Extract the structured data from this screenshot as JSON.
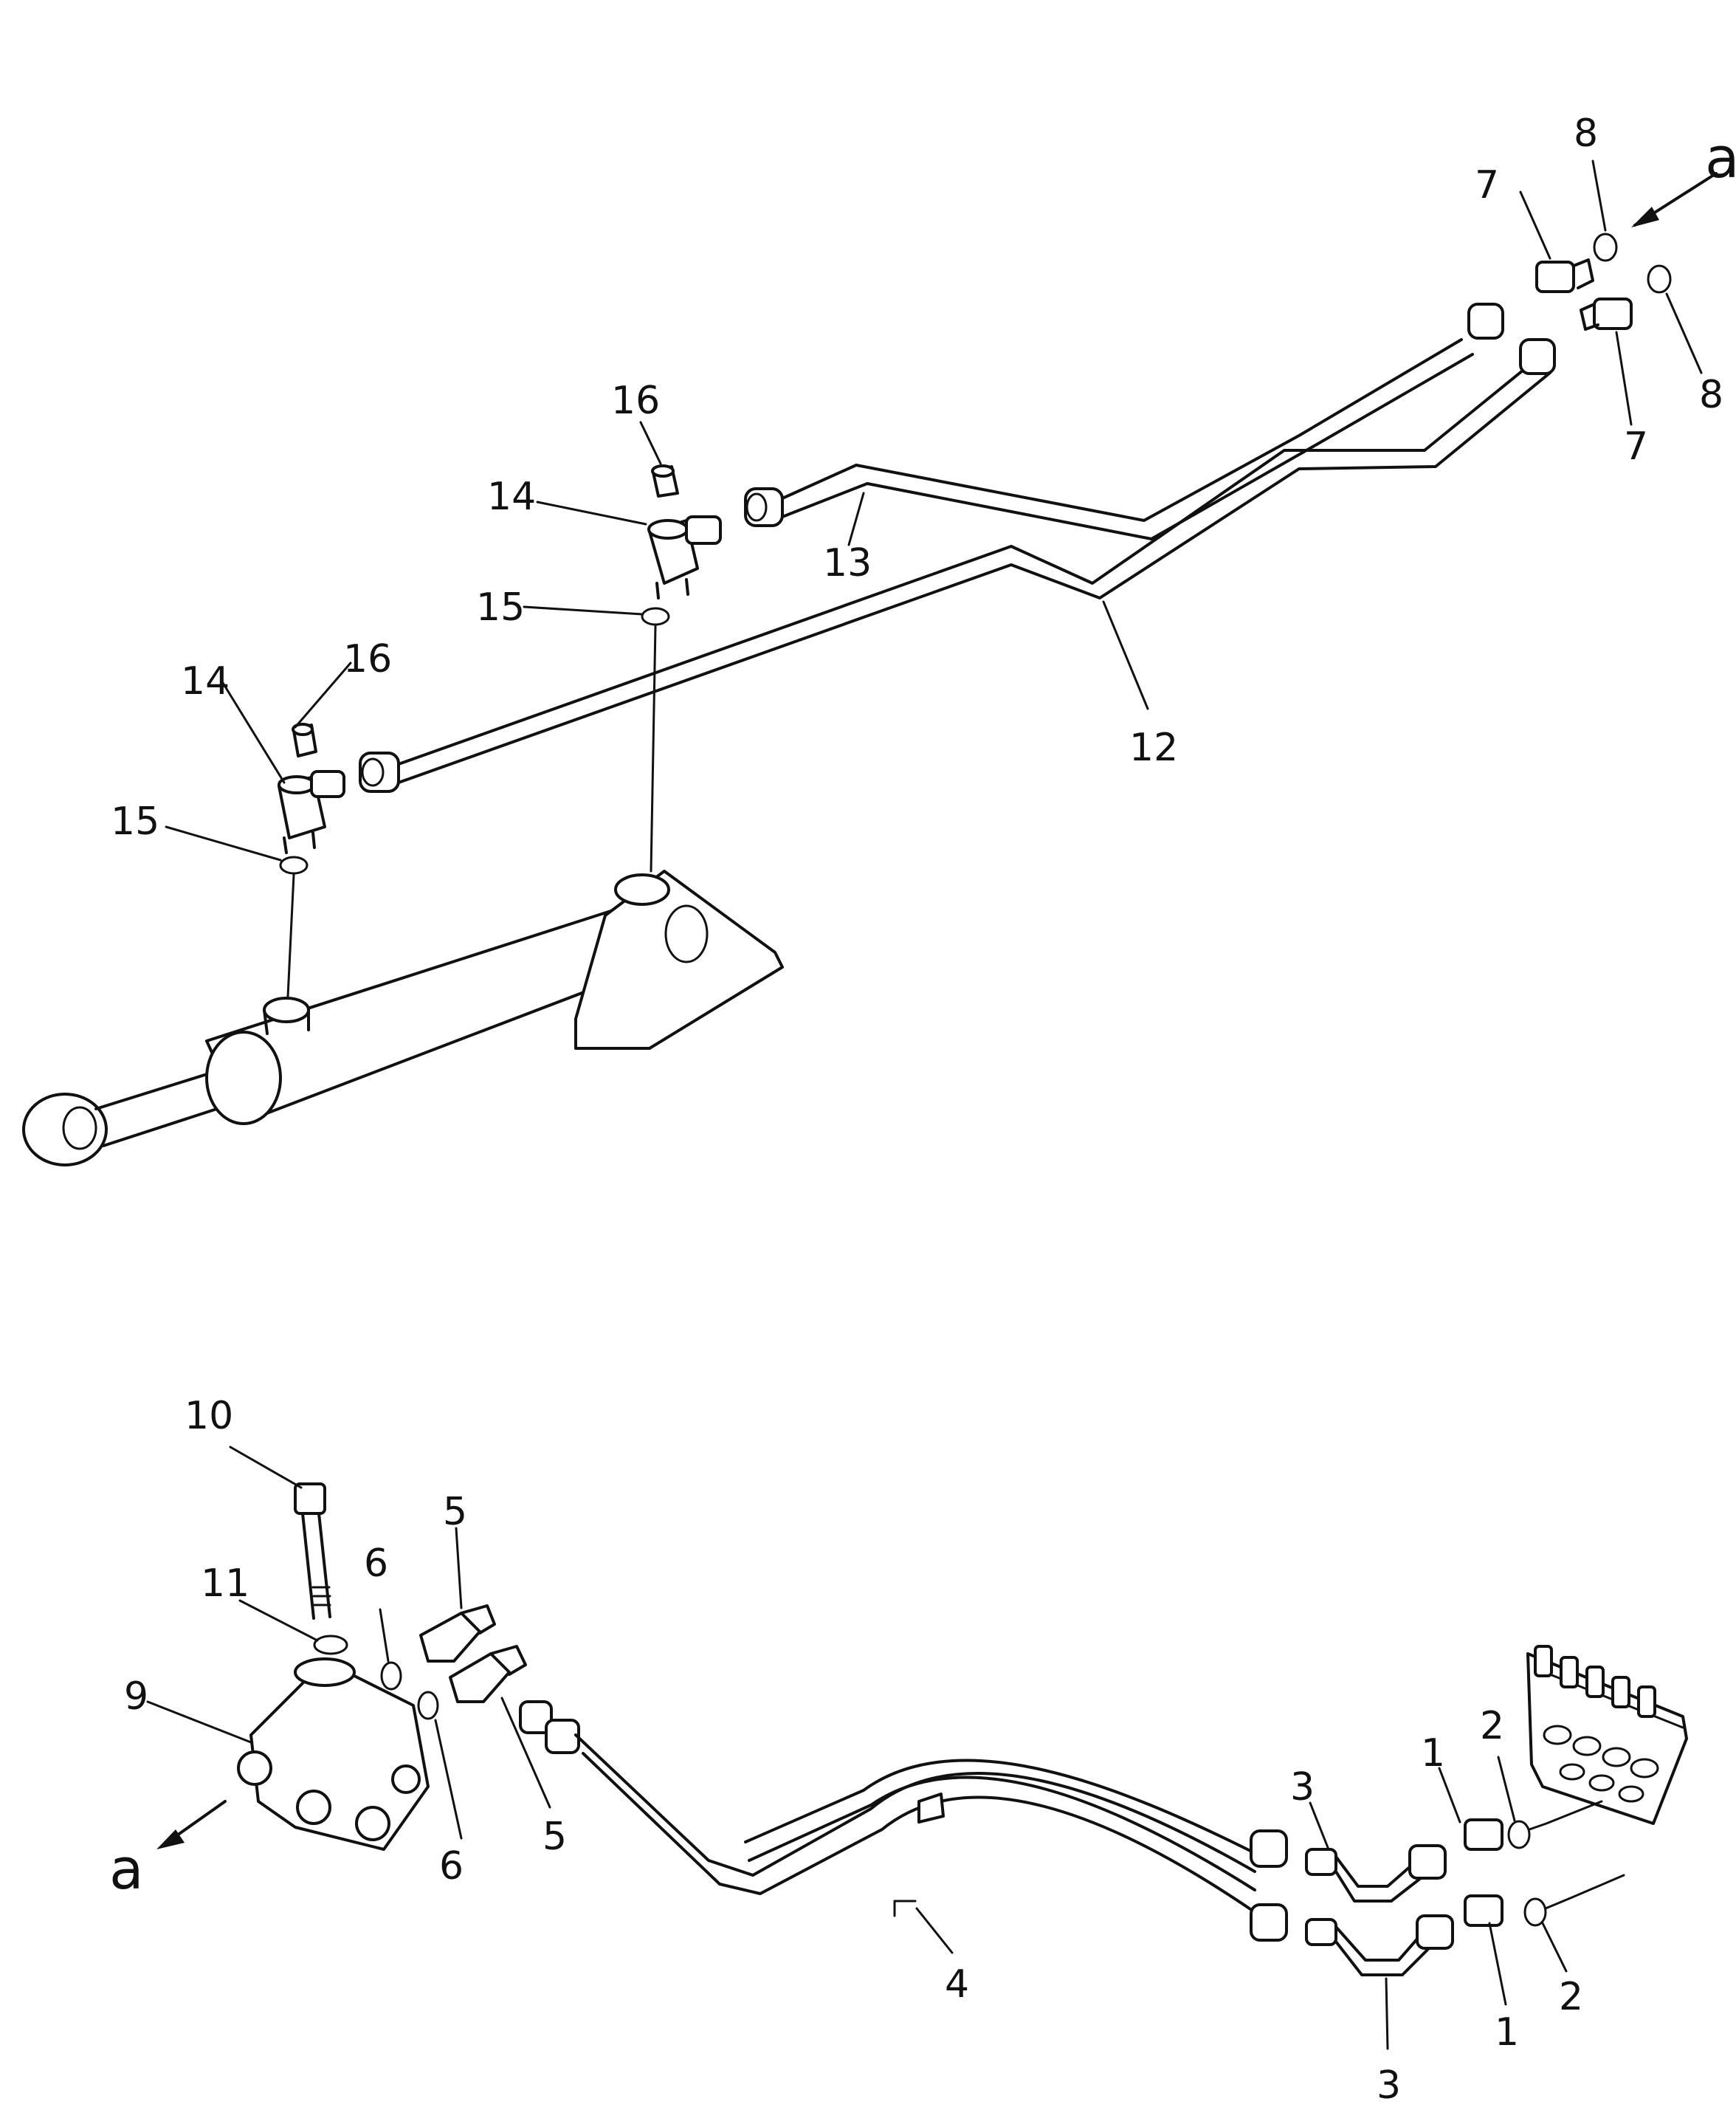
{
  "callouts": {
    "c16_top": "16",
    "c14_top": "14",
    "c15_top": "15",
    "c13": "13",
    "c12": "12",
    "c16_left": "16",
    "c14_left": "14",
    "c15_left": "15",
    "c8_top": "8",
    "c7_top": "7",
    "c8_right": "8",
    "c7_right": "7",
    "a_top": "a",
    "c10": "10",
    "c11": "11",
    "c6_top": "6",
    "c5_top": "5",
    "c9": "9",
    "c6_bottom": "6",
    "c5_bottom": "5",
    "a_bottom": "a",
    "c4": "4",
    "c3_top": "3",
    "c3_bottom": "3",
    "c1_top": "1",
    "c1_bottom": "1",
    "c2_top": "2",
    "c2_bottom": "2"
  }
}
